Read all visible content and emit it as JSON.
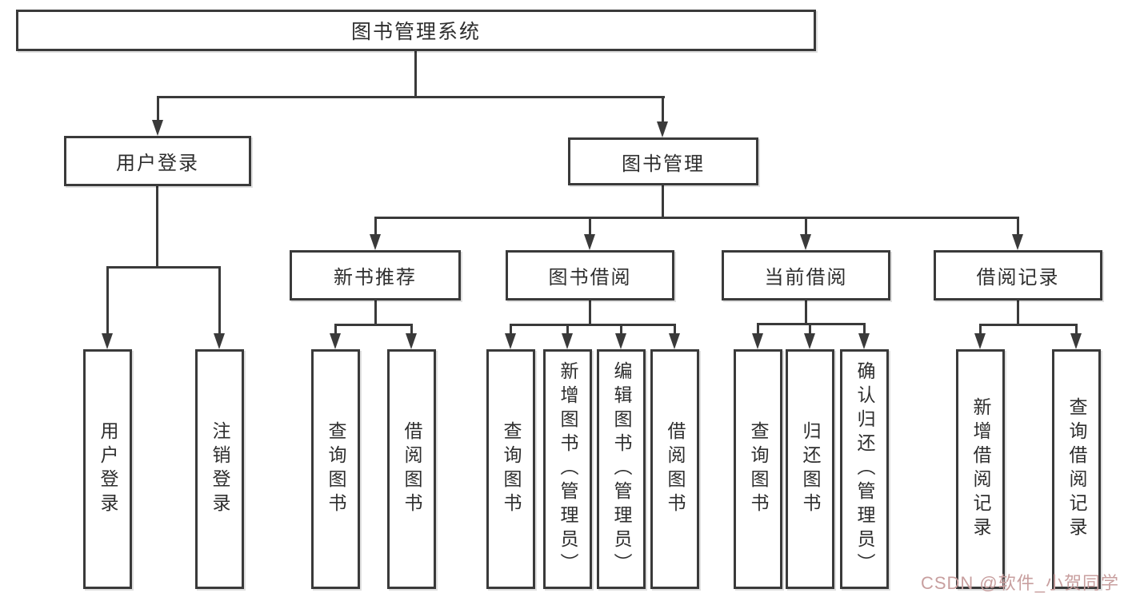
{
  "tree": {
    "label": "图书管理系统",
    "children": [
      {
        "label": "用户登录",
        "children": [
          {
            "label": "用户登录"
          },
          {
            "label": "注销登录"
          }
        ]
      },
      {
        "label": "图书管理",
        "children": [
          {
            "label": "新书推荐",
            "children": [
              {
                "label": "查询图书"
              },
              {
                "label": "借阅图书"
              }
            ]
          },
          {
            "label": "图书借阅",
            "children": [
              {
                "label": "查询图书"
              },
              {
                "label": "新增图书（管理员）"
              },
              {
                "label": "编辑图书（管理员）"
              },
              {
                "label": "借阅图书"
              }
            ]
          },
          {
            "label": "当前借阅",
            "children": [
              {
                "label": "查询图书"
              },
              {
                "label": "归还图书"
              },
              {
                "label": "确认归还（管理员）"
              }
            ]
          },
          {
            "label": "借阅记录",
            "children": [
              {
                "label": "新增借阅记录"
              },
              {
                "label": "查询借阅记录"
              }
            ]
          }
        ]
      }
    ]
  },
  "watermark": {
    "text": "CSDN @软件_小贺同学"
  },
  "colors": {
    "line": "#3a3a3a",
    "text": "#2e2e2e",
    "background": "#ffffff",
    "watermark_text": "#c89f9f"
  }
}
